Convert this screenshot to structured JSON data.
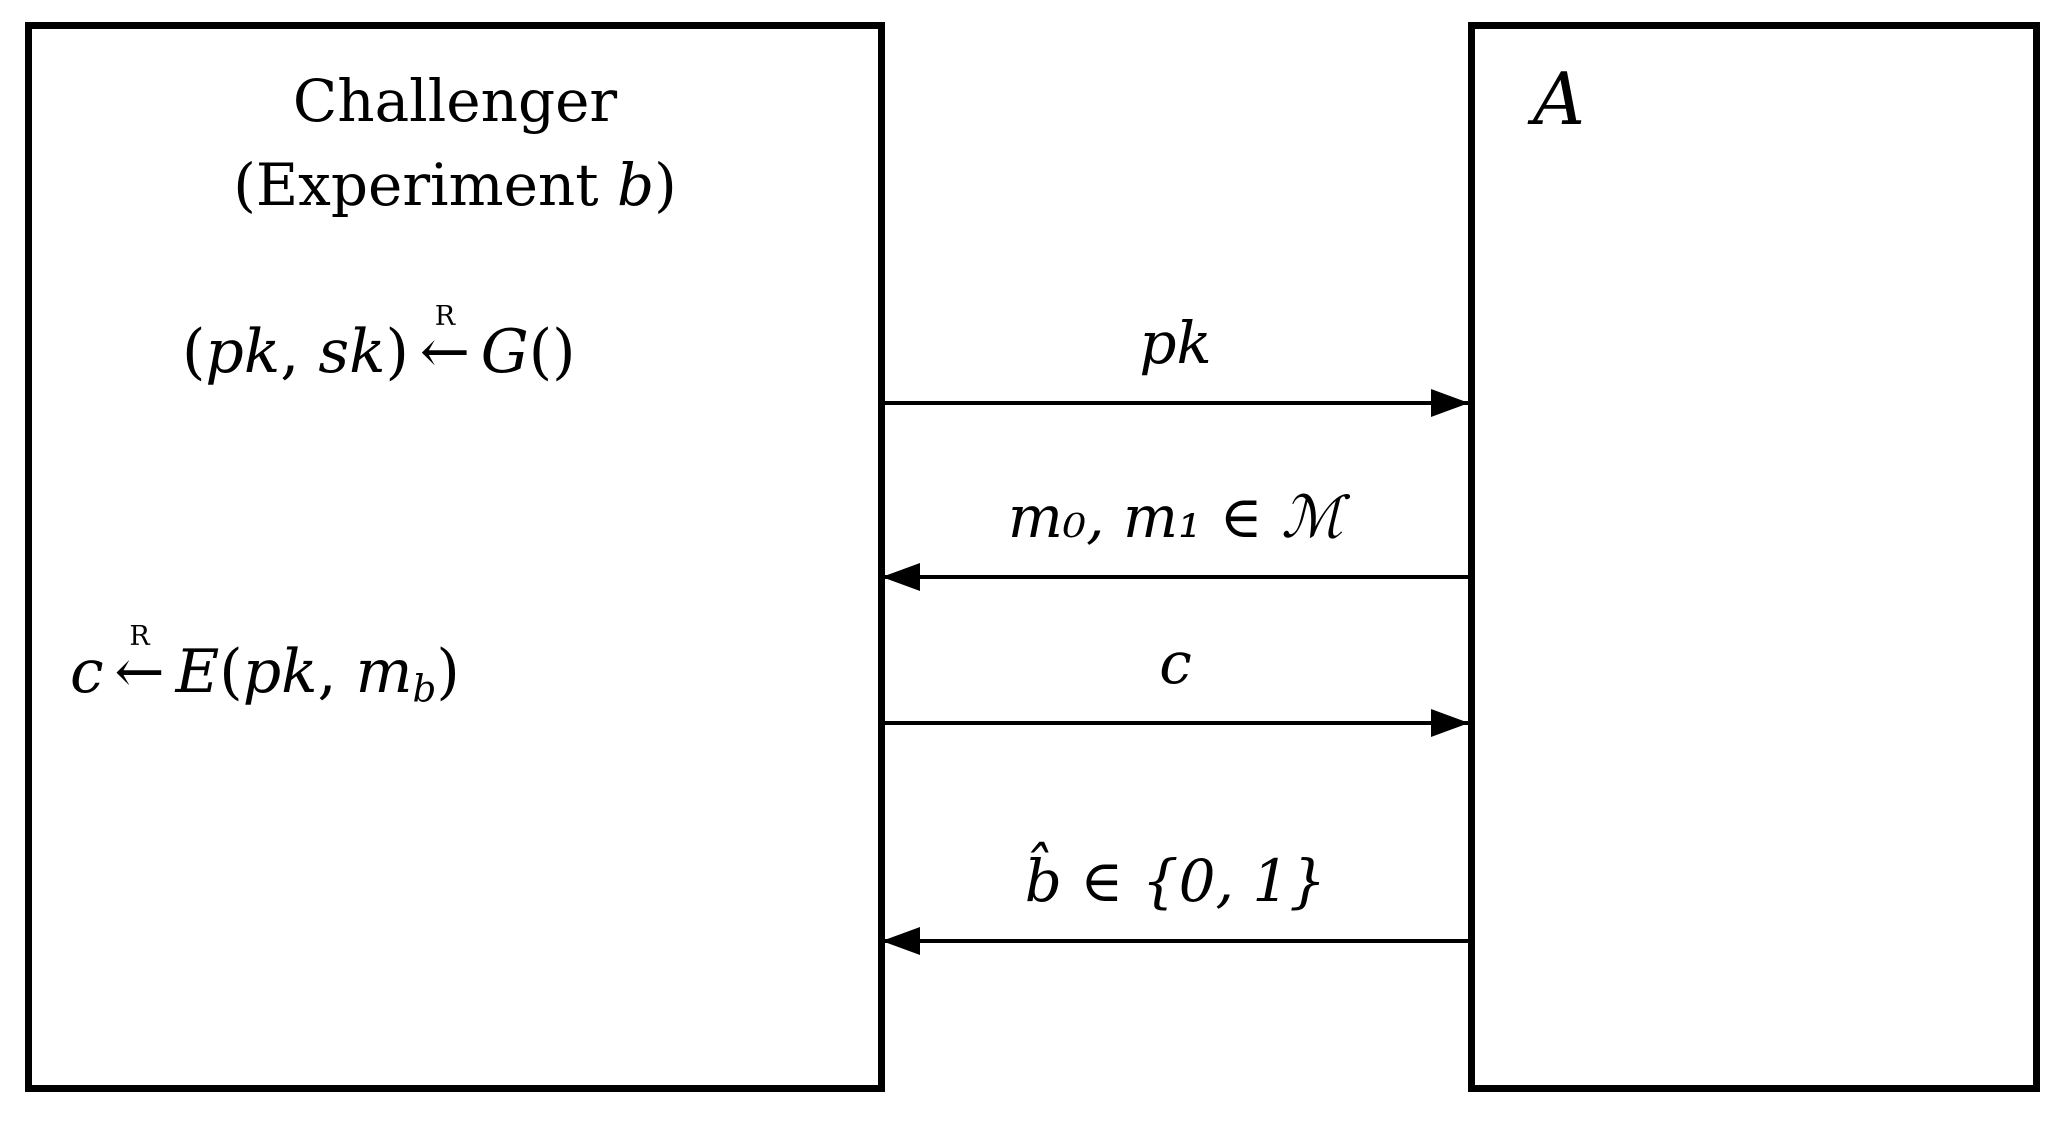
{
  "page": {
    "background_color": "#ffffff",
    "line_color": "#000000"
  },
  "challenger_box": {
    "title": "Challenger",
    "subtitle": {
      "open": "(Experiment ",
      "var": "b",
      "close": ")"
    },
    "keygen": {
      "open_paren": "(",
      "pk": "pk",
      "comma": ", ",
      "sk": "sk",
      "close_paren": ")",
      "arrow_superscript": "R",
      "arrow": "←",
      "func": "G",
      "func_args": "()"
    },
    "encrypt": {
      "c": "c",
      "arrow_superscript": "R",
      "arrow": "←",
      "func": "E",
      "open_paren": "(",
      "pk": "pk",
      "comma": ", ",
      "m": "m",
      "m_subscript": "b",
      "close_paren": ")"
    }
  },
  "adversary_box": {
    "label": "A"
  },
  "messages": [
    {
      "label": "pk",
      "direction": "left-to-right"
    },
    {
      "label": "m₀, m₁ ∈ ℳ",
      "direction": "right-to-left"
    },
    {
      "label": "c",
      "direction": "left-to-right"
    },
    {
      "label": "b̂ ∈ {0, 1}",
      "direction": "right-to-left"
    }
  ]
}
